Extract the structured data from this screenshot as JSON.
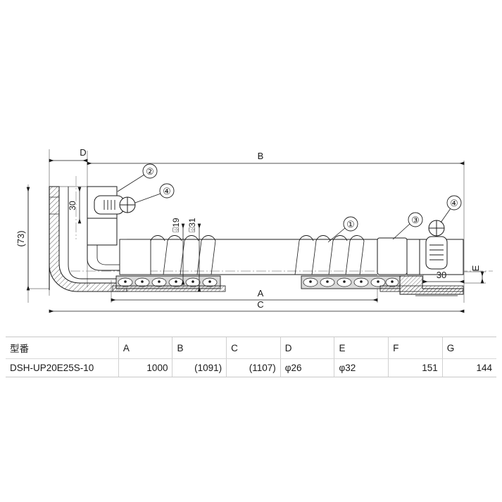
{
  "drawing": {
    "title": "flexible-hose-assembly-dimension-drawing",
    "dimensions": {
      "top_b": "B",
      "top_d": "D",
      "left_height": "(73)",
      "left_30": "30",
      "right_30": "30",
      "right_e": "E",
      "bottom_a": "A",
      "bottom_c": "C",
      "dia_19": "⌹19",
      "dia_31": "⌹31"
    },
    "balloons": [
      {
        "id": "1",
        "label": "①"
      },
      {
        "id": "2",
        "label": "②"
      },
      {
        "id": "3",
        "label": "③"
      },
      {
        "id": "4a",
        "label": "④"
      },
      {
        "id": "4b",
        "label": "④"
      }
    ],
    "colors": {
      "line": "#1a1a1a",
      "thin_line": "#555555",
      "center_line": "#888888",
      "hatch": "#444444",
      "sleeve_fill": "#d9d9d9",
      "background": "#ffffff"
    }
  },
  "spec_table": {
    "headers": [
      "型番",
      "A",
      "B",
      "C",
      "D",
      "E",
      "F",
      "G"
    ],
    "rows": [
      {
        "model": "DSH-UP20E25S-10",
        "A": "1000",
        "B": "(1091)",
        "C": "(1107)",
        "D": "φ26",
        "E": "φ32",
        "F": "151",
        "G": "144"
      }
    ]
  }
}
